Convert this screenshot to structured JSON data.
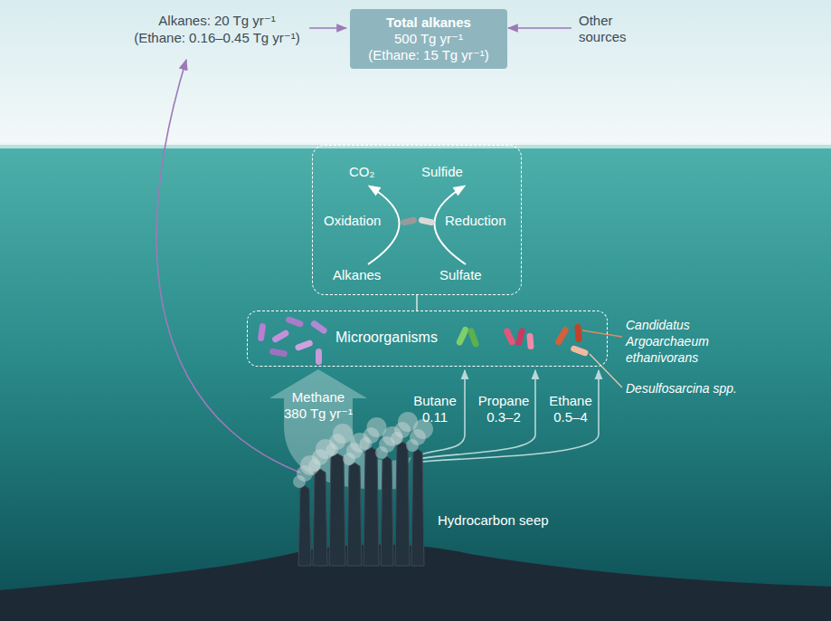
{
  "diagram": {
    "nodes": [
      {
        "text": [
          "Total alkanes",
          "500 Tg yr⁻¹",
          "(Ethane: 15 Tg yr⁻¹)"
        ]
      },
      {
        "text": [
          "CO₂",
          "Sulfide",
          "Oxidation",
          "Reduction",
          "Alkanes",
          "Sulfate"
        ]
      },
      {
        "text": [
          "Microorganisms"
        ]
      }
    ],
    "edges": [
      {
        "from": 2,
        "to": 1,
        "arrow": "none"
      }
    ],
    "labels": [
      "Alkanes: 20 Tg yr⁻¹",
      "(Ethane: 0.16–0.45 Tg yr⁻¹)",
      "Other sources",
      "Candidatus Argoarchaeum ethanivorans",
      "Desulfosarcina spp.",
      "Methane 380 Tg yr⁻¹",
      "Butane 0.11",
      "Propane 0.3–2",
      "Ethane 0.5–4",
      "Hydrocarbon seep"
    ]
  }
}
